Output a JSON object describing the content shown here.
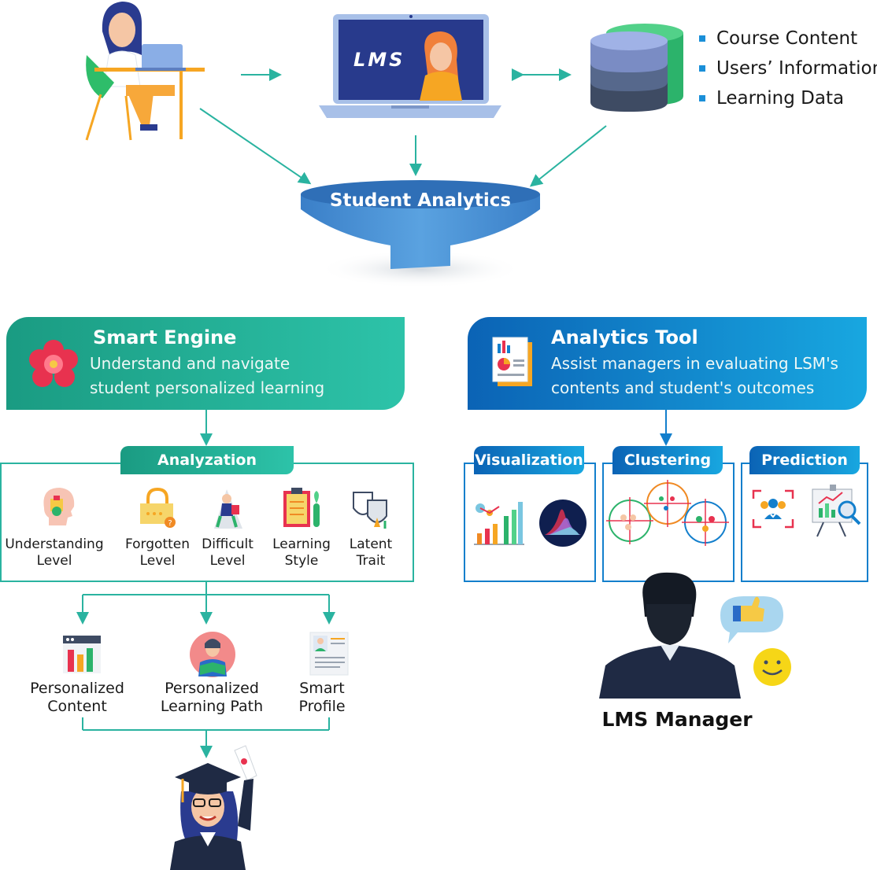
{
  "lms_screen_label": "LMS",
  "data_sources": [
    "Course Content",
    "Users’ Information",
    "Learning Data"
  ],
  "funnel_label": "Student Analytics",
  "smart_engine": {
    "title": "Smart Engine",
    "subtitle_line1": "Understand and navigate",
    "subtitle_line2": "student personalized learning"
  },
  "analytics_tool": {
    "title": "Analytics Tool",
    "subtitle_line1": "Assist managers in evaluating LSM's",
    "subtitle_line2": "contents and student's outcomes"
  },
  "analyzation": {
    "tab": "Analyzation",
    "items": [
      {
        "line1": "Understanding",
        "line2": "Level",
        "icon": "head-icon"
      },
      {
        "line1": "Forgotten",
        "line2": "Level",
        "icon": "lock-icon"
      },
      {
        "line1": "Difficult",
        "line2": "Level",
        "icon": "climber-icon"
      },
      {
        "line1": "Learning",
        "line2": "Style",
        "icon": "clipboard-icon"
      },
      {
        "line1": "Latent",
        "line2": "Trait",
        "icon": "mask-icon"
      }
    ]
  },
  "outputs": [
    {
      "line1": "Personalized",
      "line2": "Content",
      "icon": "content-icon"
    },
    {
      "line1": "Personalized",
      "line2": "Learning Path",
      "icon": "reader-icon"
    },
    {
      "line1": "Smart",
      "line2": "Profile",
      "icon": "profile-icon"
    }
  ],
  "tool_tabs": [
    "Visualization",
    "Clustering",
    "Prediction"
  ],
  "manager_label": "LMS Manager",
  "colors": {
    "teal": "#2ab3a0",
    "blue": "#137fcc",
    "funnel": "#4a90d4"
  }
}
